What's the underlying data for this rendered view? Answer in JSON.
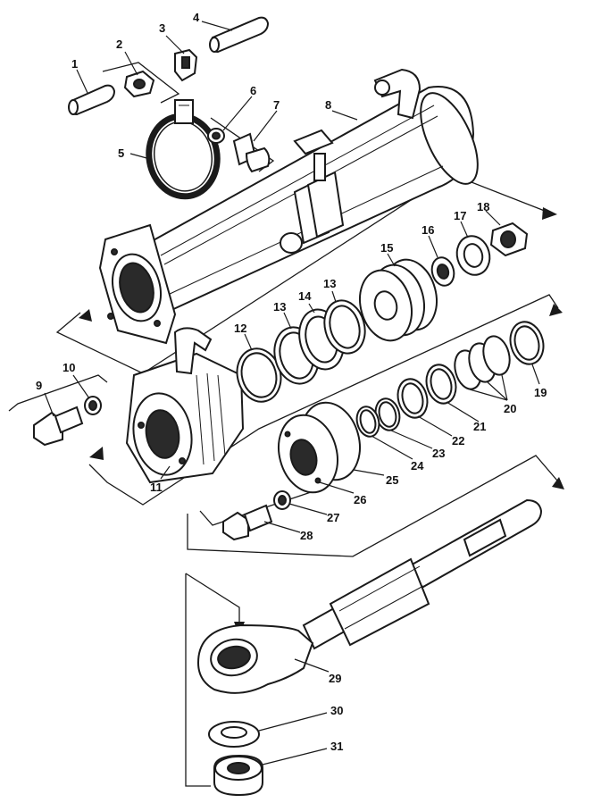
{
  "callouts": [
    {
      "id": "1",
      "text": "1"
    },
    {
      "id": "2",
      "text": "2"
    },
    {
      "id": "3",
      "text": "3"
    },
    {
      "id": "4",
      "text": "4"
    },
    {
      "id": "5",
      "text": "5"
    },
    {
      "id": "6",
      "text": "6"
    },
    {
      "id": "7",
      "text": "7"
    },
    {
      "id": "8",
      "text": "8"
    },
    {
      "id": "9",
      "text": "9"
    },
    {
      "id": "10",
      "text": "10"
    },
    {
      "id": "11",
      "text": "11"
    },
    {
      "id": "12",
      "text": "12"
    },
    {
      "id": "13a",
      "text": "13"
    },
    {
      "id": "13b",
      "text": "13"
    },
    {
      "id": "14",
      "text": "14"
    },
    {
      "id": "15",
      "text": "15"
    },
    {
      "id": "16",
      "text": "16"
    },
    {
      "id": "17",
      "text": "17"
    },
    {
      "id": "18",
      "text": "18"
    },
    {
      "id": "19",
      "text": "19"
    },
    {
      "id": "20",
      "text": "20"
    },
    {
      "id": "21",
      "text": "21"
    },
    {
      "id": "22",
      "text": "22"
    },
    {
      "id": "23",
      "text": "23"
    },
    {
      "id": "24",
      "text": "24"
    },
    {
      "id": "25",
      "text": "25"
    },
    {
      "id": "26",
      "text": "26"
    },
    {
      "id": "27",
      "text": "27"
    },
    {
      "id": "28",
      "text": "28"
    },
    {
      "id": "29",
      "text": "29"
    },
    {
      "id": "30",
      "text": "30"
    },
    {
      "id": "31",
      "text": "31"
    }
  ]
}
